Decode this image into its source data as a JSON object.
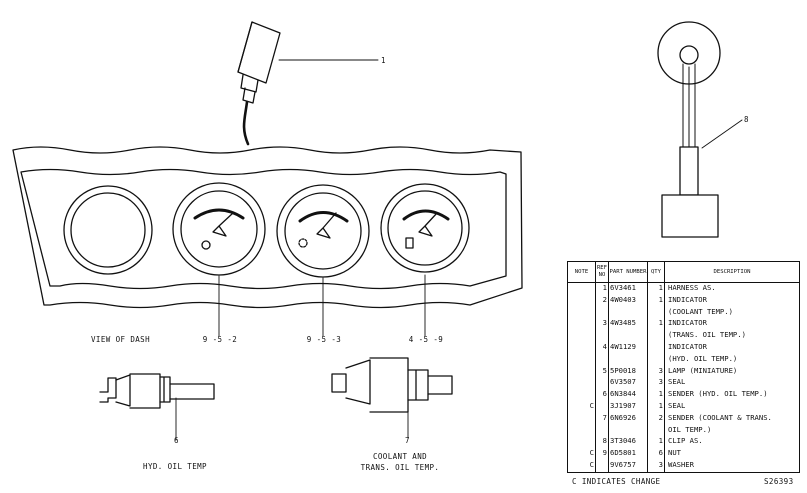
{
  "callouts": {
    "c1": "1",
    "c8": "8",
    "c6": "6",
    "c7": "7",
    "g1": "9 -5 -2",
    "g2": "9 -5 -3",
    "g3": "4 -5 -9"
  },
  "labels": {
    "view_of_dash": "VIEW OF DASH",
    "hyd_oil_temp": "HYD. OIL TEMP",
    "coolant_line1": "COOLANT AND",
    "coolant_line2": "TRANS. OIL TEMP."
  },
  "table": {
    "headers": {
      "note": "NOTE",
      "ref": "REF NO",
      "part": "PART NUMBER",
      "qty": "QTY",
      "desc": "DESCRIPTION"
    },
    "rows": [
      {
        "note": "",
        "ref": "1",
        "part": "6V3461",
        "qty": "1",
        "desc": "HARNESS AS."
      },
      {
        "note": "",
        "ref": "2",
        "part": "4W0403",
        "qty": "1",
        "desc": "INDICATOR"
      },
      {
        "note": "",
        "ref": "",
        "part": "",
        "qty": "",
        "desc": "(COOLANT TEMP.)"
      },
      {
        "note": "",
        "ref": "3",
        "part": "4W3485",
        "qty": "1",
        "desc": "INDICATOR"
      },
      {
        "note": "",
        "ref": "",
        "part": "",
        "qty": "",
        "desc": "(TRANS. OIL TEMP.)"
      },
      {
        "note": "",
        "ref": "4",
        "part": "4W1129",
        "qty": "",
        "desc": "INDICATOR"
      },
      {
        "note": "",
        "ref": "",
        "part": "",
        "qty": "",
        "desc": "(HYD. OIL TEMP.)"
      },
      {
        "note": "",
        "ref": "5",
        "part": "5P0018",
        "qty": "3",
        "desc": "LAMP (MINIATURE)"
      },
      {
        "note": "",
        "ref": "",
        "part": "6V3507",
        "qty": "3",
        "desc": "SEAL"
      },
      {
        "note": "",
        "ref": "6",
        "part": "6N3844",
        "qty": "1",
        "desc": "SENDER (HYD. OIL TEMP.)"
      },
      {
        "note": "C",
        "ref": "",
        "part": "3J1907",
        "qty": "1",
        "desc": "SEAL"
      },
      {
        "note": "",
        "ref": "7",
        "part": "6N6926",
        "qty": "2",
        "desc": "SENDER (COOLANT & TRANS."
      },
      {
        "note": "",
        "ref": "",
        "part": "",
        "qty": "",
        "desc": "OIL TEMP.)"
      },
      {
        "note": "",
        "ref": "8",
        "part": "3T3046",
        "qty": "1",
        "desc": "CLIP AS."
      },
      {
        "note": "C",
        "ref": "9",
        "part": "6D5801",
        "qty": "6",
        "desc": "NUT"
      },
      {
        "note": "C",
        "ref": "",
        "part": "9V6757",
        "qty": "3",
        "desc": "WASHER"
      }
    ]
  },
  "footer": {
    "legend": "C INDICATES CHANGE",
    "code": "S26393"
  }
}
